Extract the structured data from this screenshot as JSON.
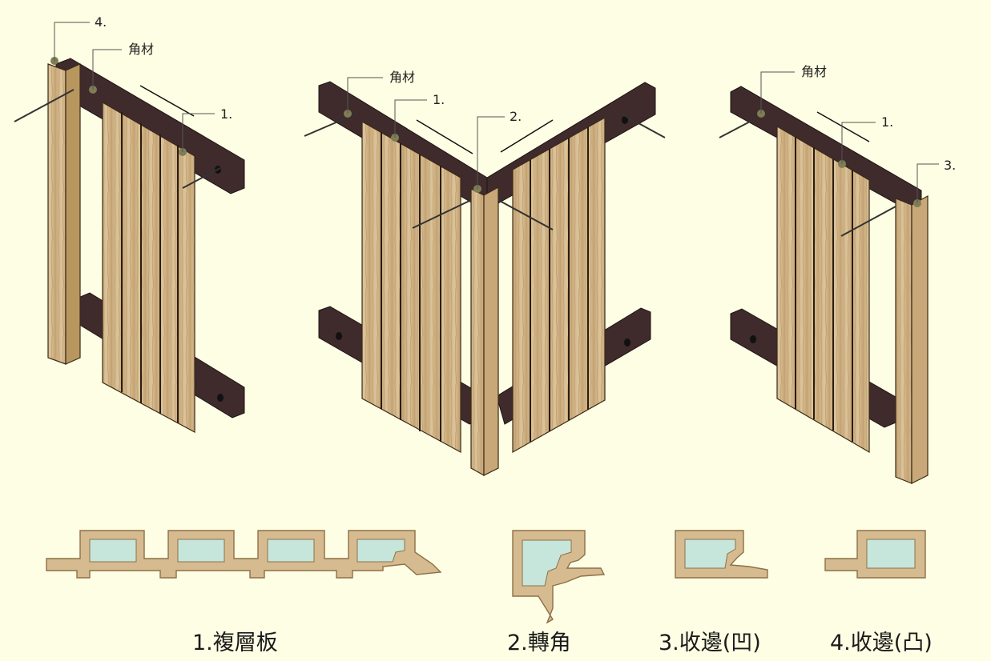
{
  "labels": {
    "batten": "角材",
    "num1": "1.",
    "num2": "2.",
    "num3": "3.",
    "num4": "4."
  },
  "captions": {
    "multilayer": "1.複層板",
    "corner": "2.轉角",
    "edge_concave": "3.收邊(凹)",
    "edge_convex": "4.收邊(凸)"
  },
  "colors": {
    "background": "#fdfee3",
    "wood_light": "#d7bc8f",
    "wood_mid": "#c4a373",
    "wood_dark": "#8e7048",
    "batten": "#3f2a2c",
    "profile_fill": "#d6bb90",
    "cavity": "#c6e6dc",
    "callout_dot": "#7f7d55"
  }
}
